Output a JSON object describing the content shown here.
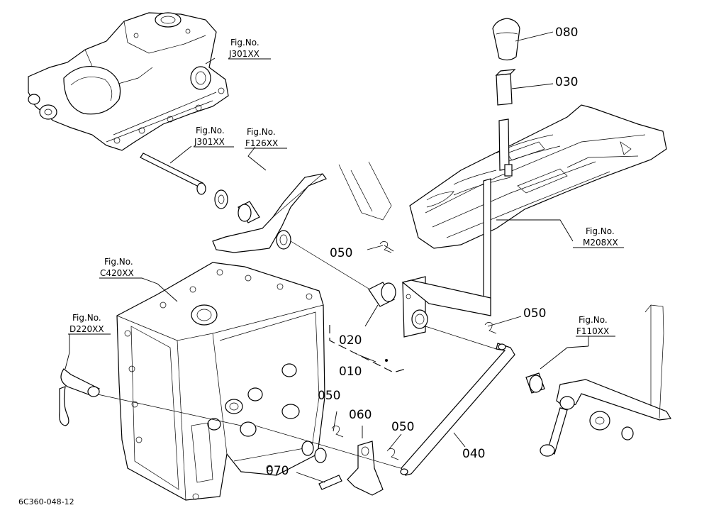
{
  "part_callouts": {
    "p080": "080",
    "p030": "030",
    "p050_top": "050",
    "p050_right": "050",
    "p050_lower_left": "050",
    "p050_lower_mid": "050",
    "p020": "020",
    "p010": "010",
    "p060": "060",
    "p040": "040",
    "p070": "070"
  },
  "figure_refs": {
    "j301_top": {
      "line1": "Fig.No.",
      "line2": "J301XX"
    },
    "j301_mid": {
      "line1": "Fig.No.",
      "line2": "J301XX"
    },
    "f126": {
      "line1": "Fig.No.",
      "line2": "F126XX"
    },
    "m208": {
      "line1": "Fig.No.",
      "line2": "M208XX"
    },
    "c420": {
      "line1": "Fig.No.",
      "line2": "C420XX"
    },
    "d220": {
      "line1": "Fig.No.",
      "line2": "D220XX"
    },
    "f110": {
      "line1": "Fig.No.",
      "line2": "F110XX"
    }
  },
  "drawing_number": "6C360-048-12"
}
